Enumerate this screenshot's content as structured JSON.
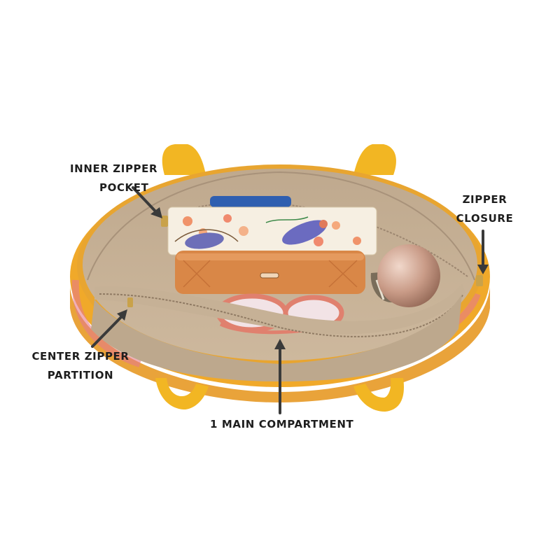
{
  "labels": {
    "inner_zipper_pocket": [
      "INNER ZIPPER",
      "POCKET"
    ],
    "zipper_closure": [
      "ZIPPER",
      "CLOSURE"
    ],
    "center_zipper_partition": [
      "CENTER ZIPPER",
      "PARTITION"
    ],
    "main_compartment": [
      "1 MAIN COMPARTMENT"
    ]
  },
  "colors": {
    "strap": "#f2b623",
    "strap_dark": "#d89a14",
    "trim": "#f0a92a",
    "lining": "#c9b499",
    "lining_dark": "#a8927a",
    "pouch_base": "#f6efe2",
    "wallet": "#d98747",
    "wallet_dark": "#b8642e",
    "bottle": "#c89a86",
    "sunglasses_frame": "#e0806e",
    "zipper": "#c9a24a",
    "arrow": "#3a3a3a",
    "text": "#1e1e1e"
  }
}
